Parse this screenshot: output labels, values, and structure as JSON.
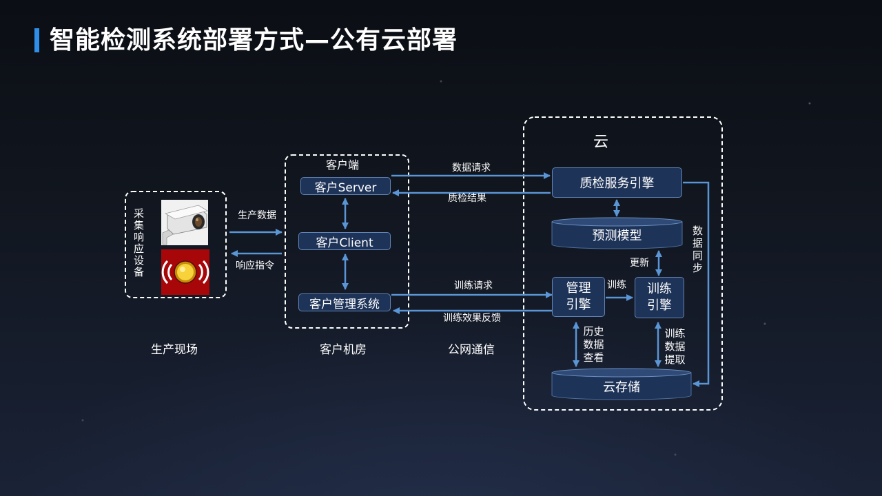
{
  "slide": {
    "title": "智能检测系统部署方式—公有云部署"
  },
  "site": {
    "caption": "生产现场",
    "device_group_label": "采集响应设备",
    "device_icons": [
      "surveillance-camera-icon",
      "alarm-light-icon"
    ]
  },
  "site_links": {
    "upstream_label": "生产数据",
    "downstream_label": "响应指令"
  },
  "client_room": {
    "caption": "客户机房",
    "group_label": "客户端",
    "server": "客户Server",
    "client": "客户Client",
    "management": "客户管理系统"
  },
  "network": {
    "caption": "公网通信",
    "data_request": "数据请求",
    "inspection_result": "质检结果",
    "training_request": "训练请求",
    "training_feedback": "训练效果反馈"
  },
  "cloud": {
    "label": "云",
    "inspection_engine": "质检服务引擎",
    "prediction_model": "预测模型",
    "update_label": "更新",
    "management_engine": "管理引擎",
    "train_label": "训练",
    "training_engine": "训练引擎",
    "sync_label": "数据同步",
    "history_label": "历史数据查看",
    "extract_label": "训练数据提取",
    "storage": "云存储"
  },
  "colors": {
    "accent": "#2f8fe8",
    "node_fill": "#1e3358",
    "node_border": "#6283b5",
    "arrow": "#5a95d5",
    "dashed_outline": "#ffffff",
    "alarm_background": "#a8070a",
    "alarm_light": "#f7d23a"
  }
}
